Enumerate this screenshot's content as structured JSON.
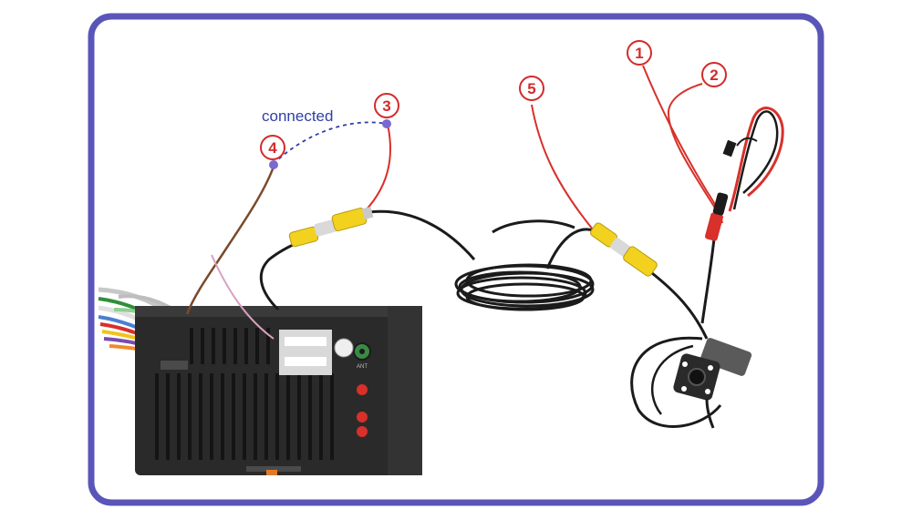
{
  "annotation": {
    "connected_label": "connected"
  },
  "callouts": [
    {
      "id": "callout-1",
      "label": "1"
    },
    {
      "id": "callout-2",
      "label": "2"
    },
    {
      "id": "callout-3",
      "label": "3"
    },
    {
      "id": "callout-4",
      "label": "4"
    },
    {
      "id": "callout-5",
      "label": "5"
    }
  ],
  "head_unit": {
    "antenna_label": "ANT"
  },
  "colors": {
    "frame_border": "#5a55b8",
    "callout_red": "#d42a2a",
    "connected_blue": "#2f3fa8",
    "rca_yellow": "#f2d21e",
    "power_red": "#d8302a",
    "cable_black": "#1b1b1b"
  }
}
